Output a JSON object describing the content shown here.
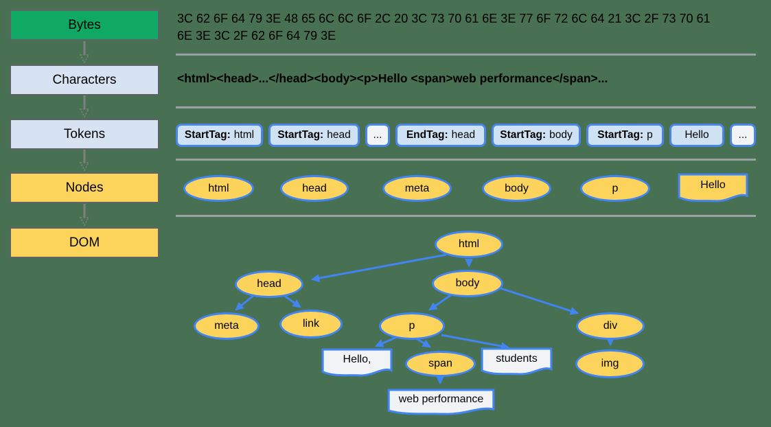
{
  "colors": {
    "background": "#487052",
    "bytes_green": "#10A964",
    "light_blue": "#D7E3F3",
    "yellow": "#FCD45C",
    "token_fill": "#CFE2F3",
    "token_border": "#4A86E8",
    "node_border": "#4185F3",
    "text_node_fill": "#F1F3F4",
    "divider_gray": "#9AA0A6",
    "connector_gray": "#7F7F7F"
  },
  "pipeline": {
    "stages": [
      {
        "label": "Bytes"
      },
      {
        "label": "Characters"
      },
      {
        "label": "Tokens"
      },
      {
        "label": "Nodes"
      },
      {
        "label": "DOM"
      }
    ]
  },
  "bytes_row": {
    "line1": "3C 62 6F 64 79 3E 48 65 6C 6C 6F 2C 20 3C 73 70 61 6E 3E 77 6F 72 6C 64 21 3C 2F 73 70 61",
    "line2": "6E 3E 3C 2F 62 6F 64 79 3E"
  },
  "characters_row": {
    "text": "<html><head>...</head><body><p>Hello <span>web performance</span>..."
  },
  "tokens_row": {
    "tokens": [
      {
        "prefix": "StartTag:",
        "value": "html"
      },
      {
        "prefix": "StartTag:",
        "value": "head"
      },
      {
        "prefix": "",
        "value": "..."
      },
      {
        "prefix": "EndTag:",
        "value": "head"
      },
      {
        "prefix": "StartTag:",
        "value": "body"
      },
      {
        "prefix": "StartTag:",
        "value": "p"
      },
      {
        "prefix": "",
        "value": "Hello"
      },
      {
        "prefix": "",
        "value": "..."
      }
    ]
  },
  "nodes_row": {
    "items": [
      {
        "label": "html",
        "shape": "ellipse"
      },
      {
        "label": "head",
        "shape": "ellipse"
      },
      {
        "label": "meta",
        "shape": "ellipse"
      },
      {
        "label": "body",
        "shape": "ellipse"
      },
      {
        "label": "p",
        "shape": "ellipse"
      },
      {
        "label": "Hello",
        "shape": "text-node"
      }
    ]
  },
  "dom_tree": {
    "elements": [
      {
        "label": "html"
      },
      {
        "label": "head"
      },
      {
        "label": "body"
      },
      {
        "label": "meta"
      },
      {
        "label": "link"
      },
      {
        "label": "p"
      },
      {
        "label": "div"
      },
      {
        "label": "span"
      },
      {
        "label": "img"
      }
    ],
    "text_nodes": [
      {
        "label": "Hello,"
      },
      {
        "label": "students"
      },
      {
        "label": "web performance"
      }
    ],
    "edges": [
      "html→head",
      "html→body",
      "head→meta",
      "head→link",
      "body→p",
      "body→div",
      "p→Hello,",
      "p→span",
      "p→students",
      "span→web performance",
      "div→img"
    ]
  }
}
